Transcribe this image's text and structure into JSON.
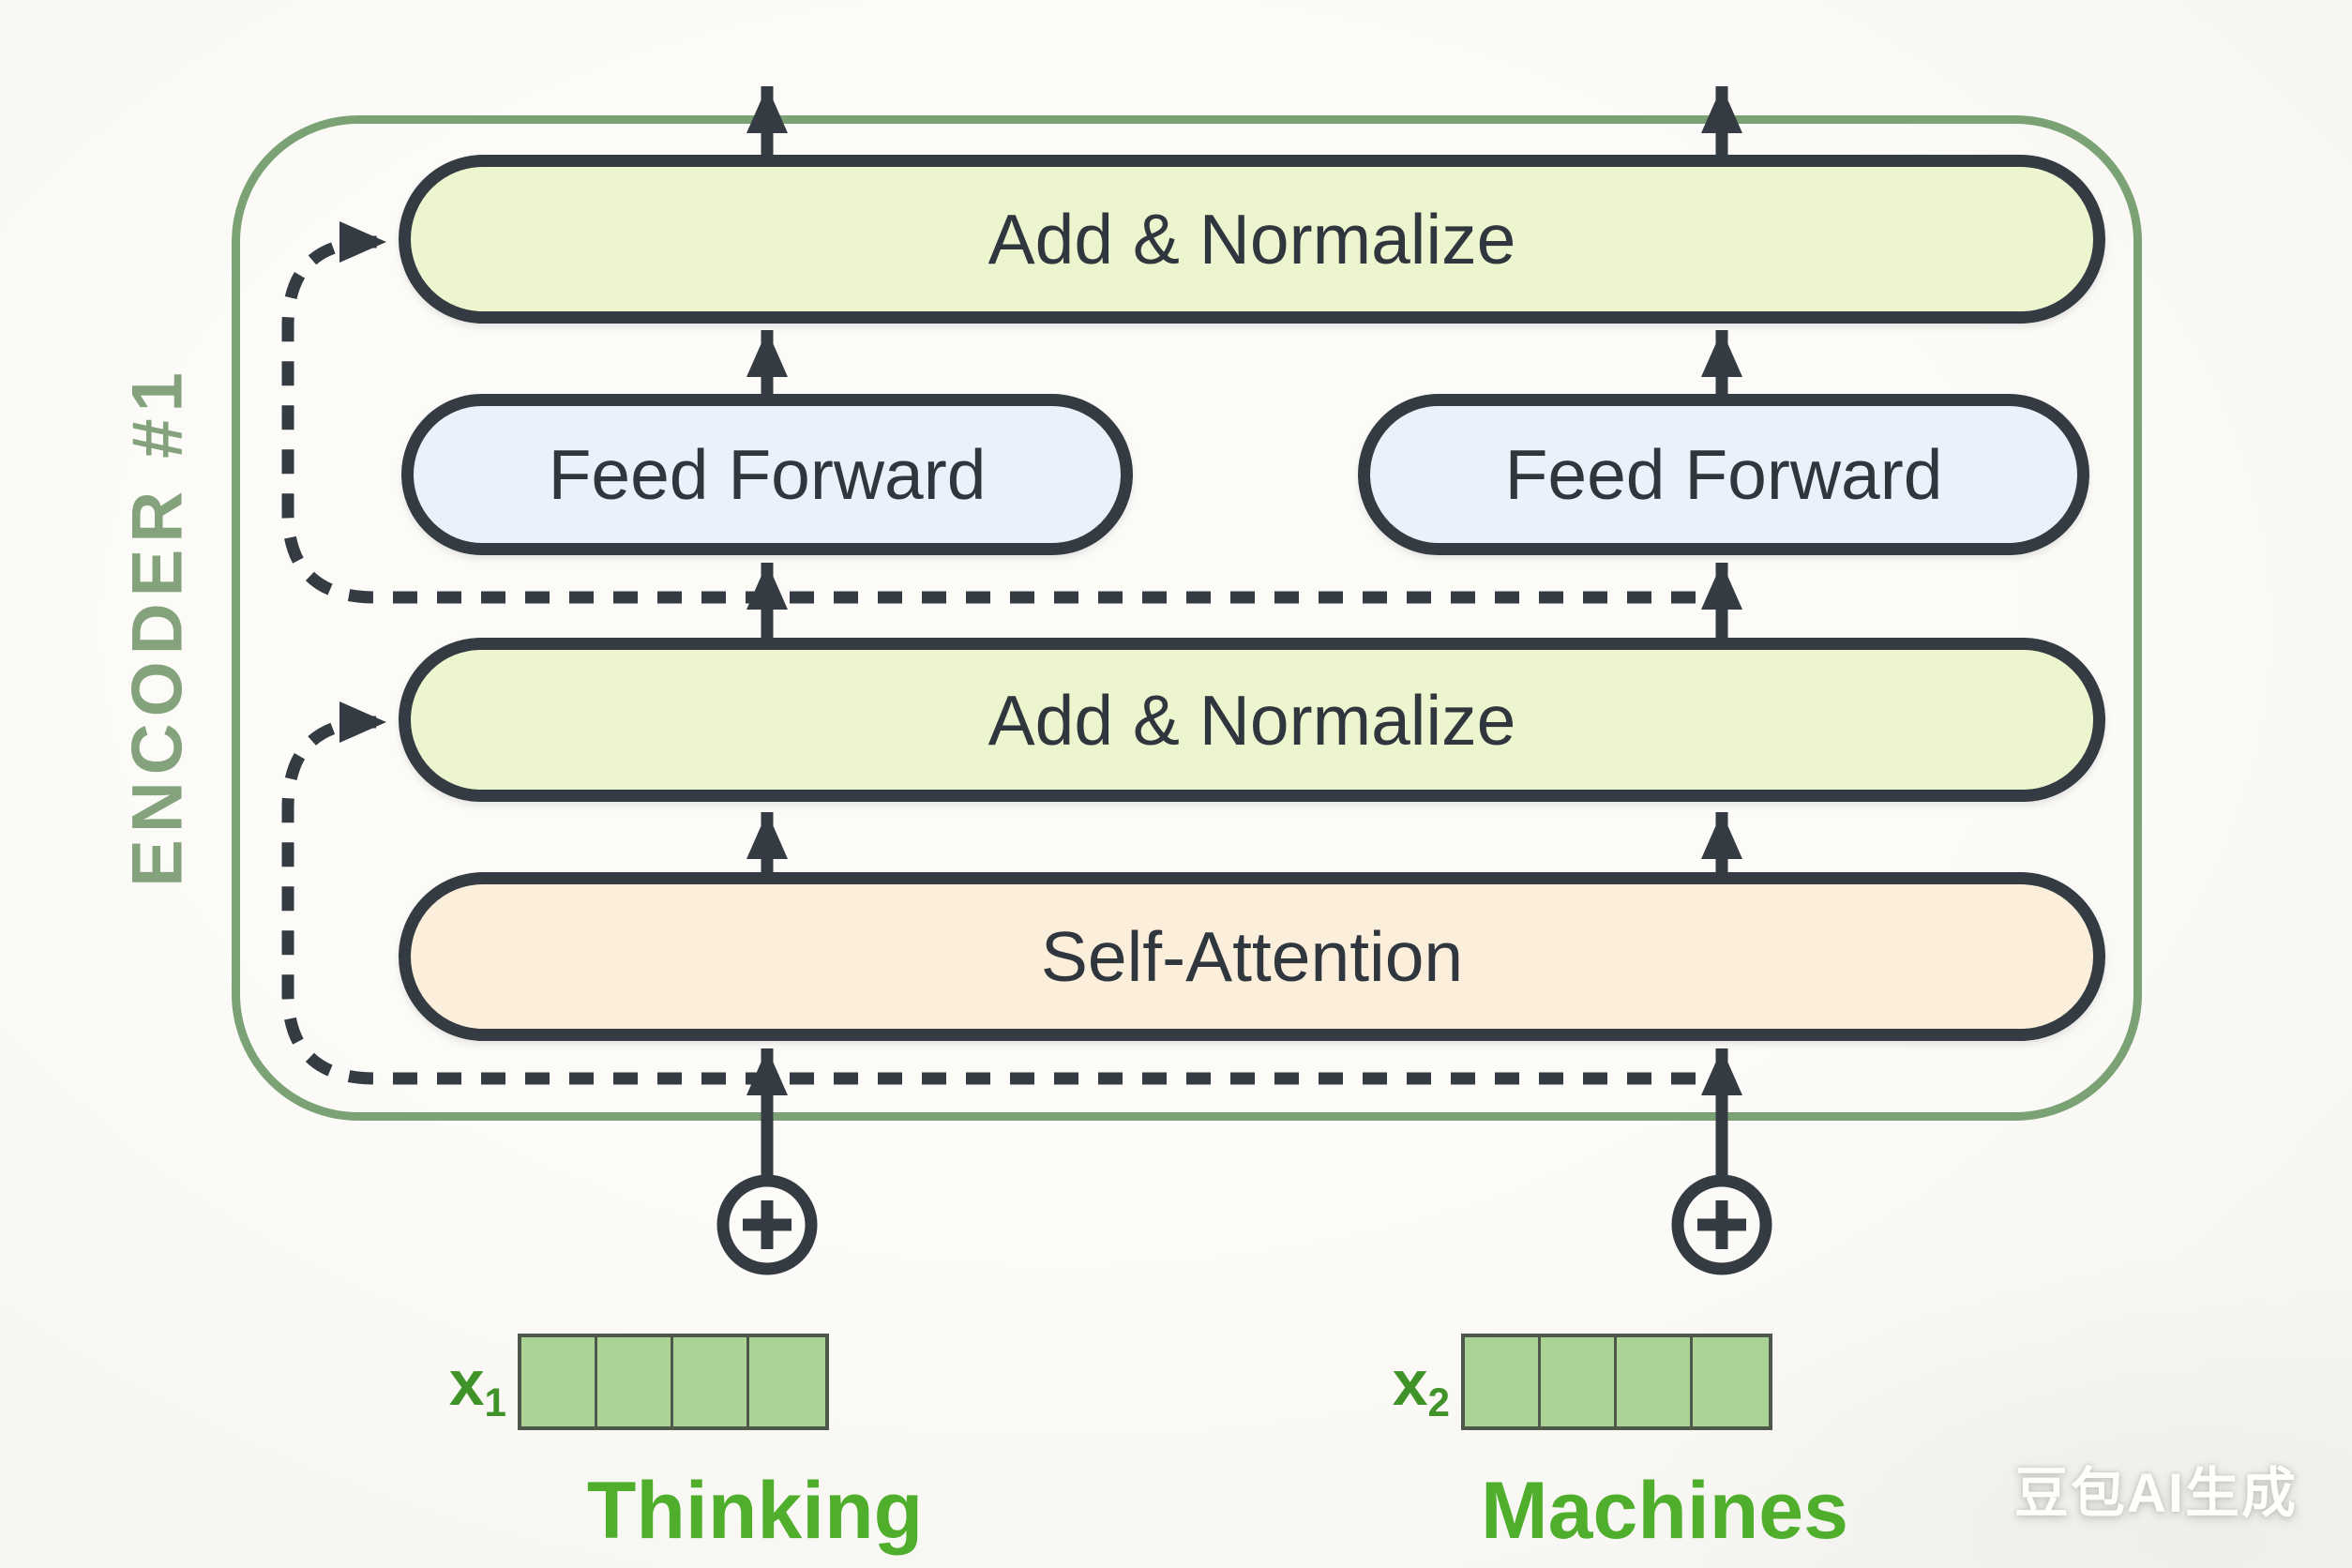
{
  "encoder": {
    "label": "ENCODER #1"
  },
  "blocks": {
    "add_normalize_top": {
      "label": "Add & Normalize"
    },
    "feed_forward_left": {
      "label": "Feed Forward"
    },
    "feed_forward_right": {
      "label": "Feed Forward"
    },
    "add_normalize_bottom": {
      "label": "Add & Normalize"
    },
    "self_attention": {
      "label": "Self-Attention"
    }
  },
  "inputs": [
    {
      "vector_label": "x",
      "vector_sub": "1",
      "word": "Thinking",
      "cells": 4
    },
    {
      "vector_label": "x",
      "vector_sub": "2",
      "word": "Machines",
      "cells": 4
    }
  ],
  "icons": {
    "sum_left": "plus-circle",
    "sum_right": "plus-circle",
    "arrows": "up-arrow",
    "residual": "dashed-arrow"
  },
  "watermark": "豆包AI生成",
  "colors": {
    "background": "#fbfaf7",
    "encoder_border": "#7ba274",
    "encoder_label": "#84a27c",
    "add_normalize_fill": "#edf5cf",
    "feed_forward_fill": "#e9f1fa",
    "self_attention_fill": "#fbeedb",
    "stroke_dark": "#343b42",
    "vector_fill": "#abd395",
    "vector_border": "#4e584a",
    "word_green": "#4fae2b",
    "x_label_green": "#3f9328"
  }
}
